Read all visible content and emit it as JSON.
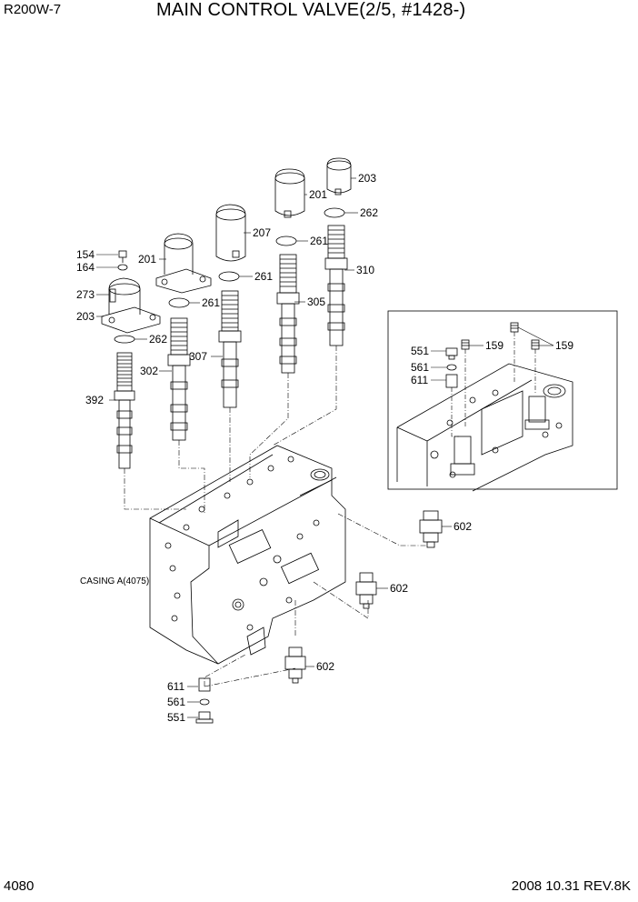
{
  "header": {
    "model": "R200W-7",
    "title": "MAIN CONTROL VALVE(2/5, #1428-)"
  },
  "footer": {
    "page_number": "4080",
    "date_revision": "2008  10.31  REV.8K"
  },
  "casing_label": "CASING A(4075)",
  "part_labels": {
    "p154": "154",
    "p164": "164",
    "p273": "273",
    "p203a": "203",
    "p262a": "262",
    "p392": "392",
    "p201a": "201",
    "p261a": "261",
    "p302": "302",
    "p207": "207",
    "p261b": "261",
    "p307": "307",
    "p201b": "201",
    "p261c": "261",
    "p305": "305",
    "p203b": "203",
    "p262b": "262",
    "p310": "310",
    "p551a": "551",
    "p561a": "561",
    "p611a": "611",
    "p159a": "159",
    "p159b": "159",
    "p602a": "602",
    "p602b": "602",
    "p602c": "602",
    "p611b": "611",
    "p561b": "561",
    "p551b": "551"
  }
}
